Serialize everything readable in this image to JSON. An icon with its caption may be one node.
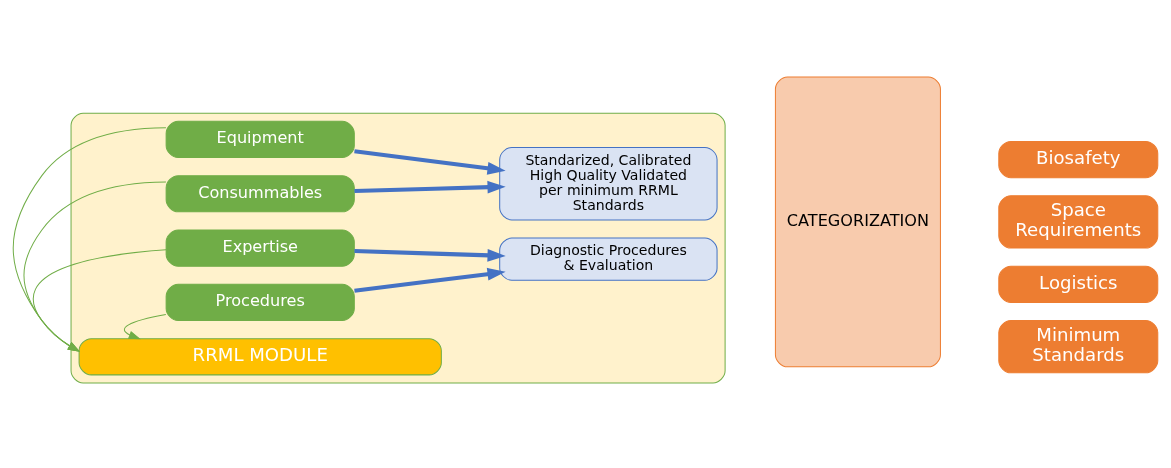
{
  "diagram": {
    "nodes": [
      {
        "text": [],
        "shape": "box"
      },
      {
        "text": [
          "RRML MODULE"
        ],
        "in": 0
      },
      {
        "text": [
          "Procedures"
        ],
        "in": 0
      },
      {
        "text": [
          "Expertise"
        ],
        "in": 0
      },
      {
        "text": [
          "Consummables"
        ],
        "in": 0
      },
      {
        "text": [
          "Equipment"
        ],
        "in": 0
      },
      {
        "text": [
          "Diagnostic Procedures & Evaluation"
        ],
        "in": 0
      },
      {
        "text": [
          "Standarized, Calibrated High Quality Validated per minimum RRML Standards"
        ],
        "in": 0
      },
      {
        "text": [
          "CATEGORIZATION"
        ]
      },
      {
        "text": [
          "Biosafety"
        ]
      },
      {
        "text": [
          "Space Requirements"
        ]
      },
      {
        "text": [
          "Logistics"
        ]
      },
      {
        "text": [
          "Minimum Standards"
        ]
      }
    ],
    "edges": [
      {
        "from": 2,
        "to": 1,
        "arrow": "to",
        "color": "#70ad47"
      },
      {
        "from": 3,
        "to": 1,
        "arrow": "to",
        "color": "#70ad47"
      },
      {
        "from": 4,
        "to": 1,
        "arrow": "to",
        "color": "#70ad47"
      },
      {
        "from": 5,
        "to": 1,
        "arrow": "to",
        "color": "#70ad47"
      },
      {
        "from": 2,
        "to": 6,
        "arrow": "to",
        "style": "thick",
        "color": "#4472c4"
      },
      {
        "from": 3,
        "to": 6,
        "arrow": "to",
        "style": "thick",
        "color": "#4472c4"
      },
      {
        "from": 4,
        "to": 7,
        "arrow": "to",
        "style": "thick",
        "color": "#4472c4"
      },
      {
        "from": 5,
        "to": 7,
        "arrow": "to",
        "style": "thick",
        "color": "#4472c4"
      }
    ]
  }
}
